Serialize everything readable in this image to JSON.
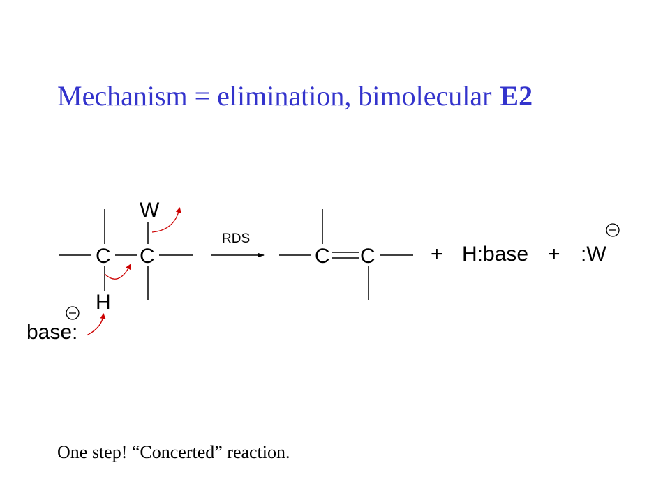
{
  "title": {
    "text": "Mechanism = elimination, bimolecular",
    "label": "E2"
  },
  "footer": "One step!  “Concerted” reaction.",
  "reactant": {
    "carbon1": "C",
    "carbon2": "C",
    "leaving_group": "W",
    "hydrogen": "H",
    "base": "base:",
    "base_charge": "−"
  },
  "arrow_label": "RDS",
  "product": {
    "carbon1": "C",
    "carbon2": "C"
  },
  "plus1": "+",
  "byproduct1": "H:base",
  "plus2": "+",
  "byproduct2": ":W",
  "byproduct2_charge": "−",
  "colors": {
    "title": "#3333cc",
    "curved_arrow": "#cc0000",
    "bond": "#000000"
  }
}
